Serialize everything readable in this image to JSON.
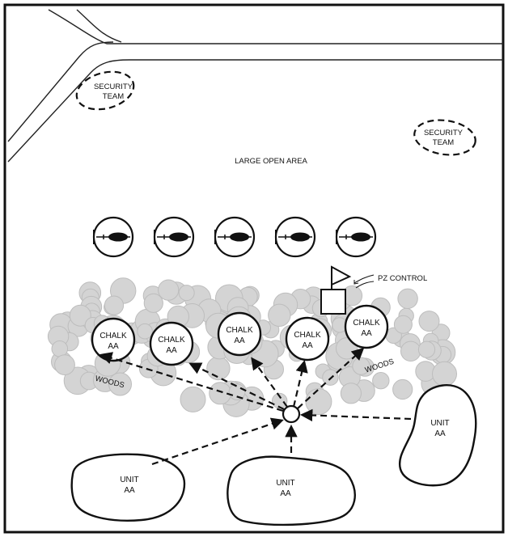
{
  "labels": {
    "security_team_1": [
      "SECURITY",
      "TEAM"
    ],
    "security_team_2": [
      "SECURITY",
      "TEAM"
    ],
    "large_open_area": "LARGE OPEN AREA",
    "pz_control": "PZ CONTROL",
    "woods_left": "WOODS",
    "woods_right": "WOODS",
    "chalks": [
      [
        "CHALK",
        "AA"
      ],
      [
        "CHALK",
        "AA"
      ],
      [
        "CHALK",
        "AA"
      ],
      [
        "CHALK",
        "AA"
      ],
      [
        "CHALK",
        "AA"
      ]
    ],
    "units": [
      [
        "UNIT",
        "AA"
      ],
      [
        "UNIT",
        "AA"
      ],
      [
        "UNIT",
        "AA"
      ]
    ]
  },
  "helicopter_count": 5,
  "colors": {
    "line": "#111111",
    "woods_fill": "#d4d4d4",
    "woods_stroke": "#bdbdbd",
    "background": "#ffffff"
  }
}
